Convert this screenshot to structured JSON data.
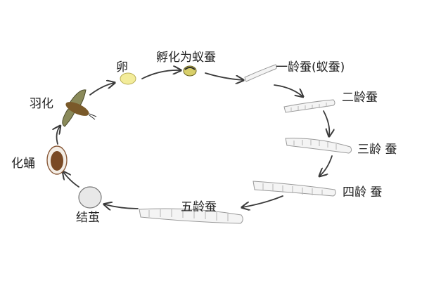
{
  "diagram": {
    "labels": {
      "egg": "卵",
      "hatch": "孵化为蚁蚕",
      "instar1": "一龄蚕(蚁蚕)",
      "instar2": "二龄蚕",
      "instar3": "三龄 蚕",
      "instar4": "四龄 蚕",
      "instar5": "五龄蚕",
      "cocoon": "结茧",
      "pupa": "化蛹",
      "moth": "羽化"
    },
    "colors": {
      "arrow": "#3a3a3a",
      "larva": "#f4f4f4",
      "larva_outline": "#9a9a9a",
      "egg": "#f3ec9a",
      "moth_body": "#7a5a2a",
      "moth_wing": "#8a8a5a",
      "pupa": "#7a4a25",
      "cocoon": "#e8e8e8"
    },
    "icons": [
      "egg-icon",
      "hatching-larva-icon",
      "silkworm-icon",
      "cocoon-icon",
      "pupa-icon",
      "moth-icon"
    ]
  }
}
